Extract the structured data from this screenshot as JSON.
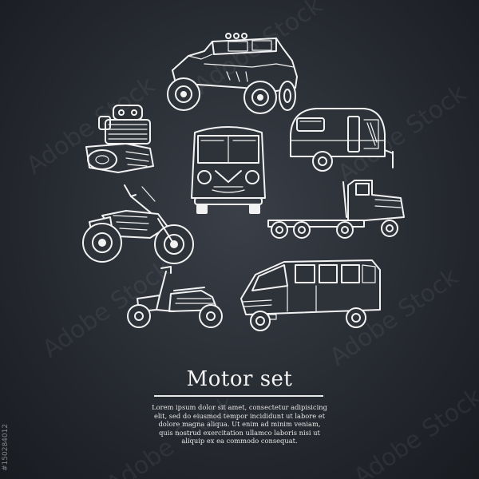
{
  "poster": {
    "title": "Motor set",
    "body": "Lorem ipsum dolor sit amet, consectetur adipisicing elit, sed do eiusmod tempor incididunt ut labore et dolore magna aliqua. Ut enim ad minim veniam, quis nostrud exercitation ullamco laboris nisi ut aliquip ex ea commodo consequat."
  },
  "illustrations": [
    {
      "name": "off-road jeep",
      "icon": "jeep-icon"
    },
    {
      "name": "engine",
      "icon": "engine-icon"
    },
    {
      "name": "camper van",
      "icon": "camper-van-icon"
    },
    {
      "name": "caravan trailer",
      "icon": "caravan-trailer-icon"
    },
    {
      "name": "semi truck tractor",
      "icon": "semi-truck-icon"
    },
    {
      "name": "motorcycle",
      "icon": "motorcycle-icon"
    },
    {
      "name": "scooter",
      "icon": "scooter-icon"
    },
    {
      "name": "minivan",
      "icon": "minivan-icon"
    }
  ],
  "watermark": {
    "text": "Adobe Stock",
    "stock_id": "#150284012"
  },
  "colors": {
    "background": "#2a2e35",
    "ink": "#f2f2f2"
  }
}
